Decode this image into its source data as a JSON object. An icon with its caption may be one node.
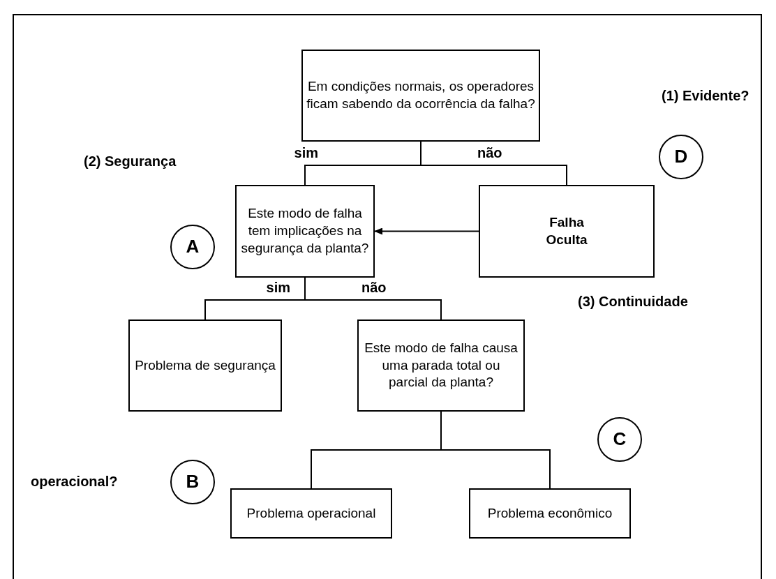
{
  "diagram": {
    "nodes": [
      {
        "text": [
          "Em condições normais, os operadores ficam sabendo da ocorrência da falha?"
        ]
      },
      {
        "text": [
          "Este modo de falha tem implicações na segurança da planta?"
        ]
      },
      {
        "text": [
          "Falha Oculta"
        ]
      },
      {
        "text": [
          "Problema de segurança"
        ]
      },
      {
        "text": [
          "Este modo de falha causa uma parada total ou parcial da planta?"
        ]
      },
      {
        "text": [
          "Problema operacional"
        ]
      },
      {
        "text": [
          "Problema econômico"
        ]
      },
      {
        "text": [
          "D"
        ]
      },
      {
        "text": [
          "A"
        ]
      },
      {
        "text": [
          "C"
        ]
      },
      {
        "text": [
          "B"
        ]
      }
    ],
    "edges": [
      {
        "from": 0,
        "to": 1,
        "arrow": "none",
        "label": "sim"
      },
      {
        "from": 0,
        "to": 2,
        "arrow": "none",
        "label": "não"
      },
      {
        "from": 1,
        "to": 3,
        "arrow": "none",
        "label": "sim"
      },
      {
        "from": 1,
        "to": 4,
        "arrow": "none",
        "label": "não"
      },
      {
        "from": 4,
        "to": 5,
        "arrow": "none"
      },
      {
        "from": 4,
        "to": 6,
        "arrow": "none"
      },
      {
        "from": 2,
        "to": 1,
        "arrow": "to"
      }
    ],
    "labels": [
      "(1) Evidente?",
      "(2) Segurança",
      "(3) Continuidade",
      "operacional?"
    ]
  }
}
